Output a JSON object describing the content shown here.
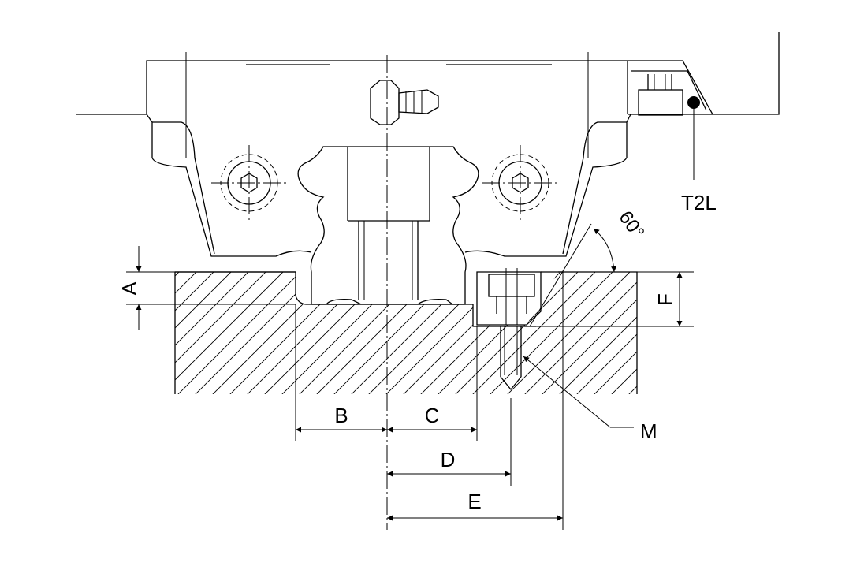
{
  "labels": {
    "a": "A",
    "b": "B",
    "c": "C",
    "d": "D",
    "e": "E",
    "f": "F",
    "m": "M",
    "t2l": "T2L",
    "angle": "60°"
  }
}
